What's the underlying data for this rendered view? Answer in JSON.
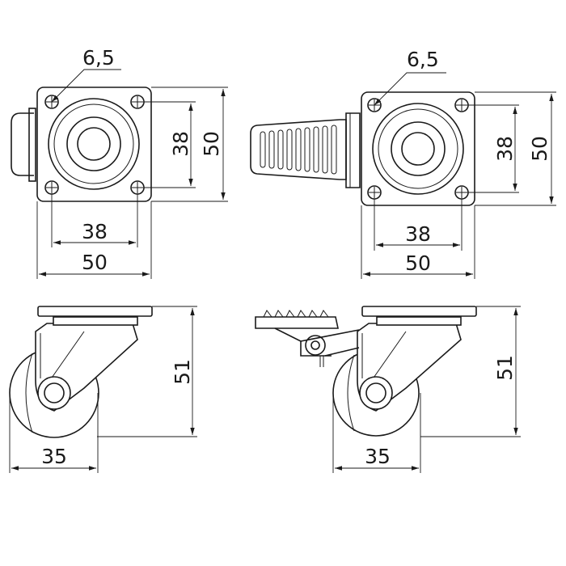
{
  "drawing": {
    "top_left": {
      "hole_dia": "6,5",
      "hole_spacing_h": "38",
      "plate_width": "50",
      "hole_spacing_v": "38",
      "plate_height": "50"
    },
    "top_right": {
      "hole_dia": "6,5",
      "hole_spacing_h": "38",
      "plate_width": "50",
      "hole_spacing_v": "38",
      "plate_height": "50"
    },
    "side_left": {
      "wheel_dia": "35",
      "overall_height": "51"
    },
    "side_right": {
      "wheel_dia": "35",
      "overall_height": "51"
    }
  }
}
